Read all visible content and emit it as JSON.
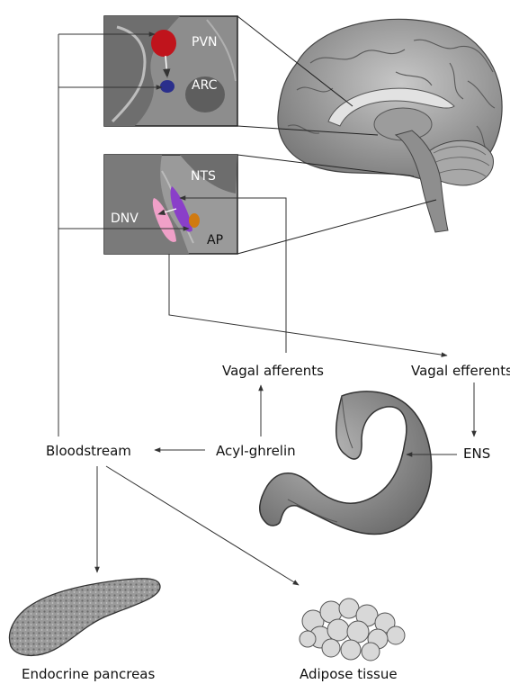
{
  "insets": {
    "hypothalamus": {
      "pvn": "PVN",
      "arc": "ARC"
    },
    "brainstem": {
      "nts": "NTS",
      "dnv": "DNV",
      "ap": "AP"
    }
  },
  "labels": {
    "vagal_afferents": "Vagal afferents",
    "vagal_efferents": "Vagal efferents",
    "bloodstream": "Bloodstream",
    "acyl_ghrelin": "Acyl-ghrelin",
    "ens": "ENS",
    "endocrine_pancreas": "Endocrine pancreas",
    "adipose_tissue": "Adipose tissue"
  },
  "colors": {
    "pvn": "#c0141c",
    "arc": "#2a2f8c",
    "nts_nucleus": "#8a3fc9",
    "dnv_nucleus": "#f0a0c8",
    "ap_nucleus": "#d07a10",
    "tissue": "#8a8a8a",
    "line": "#333333"
  }
}
